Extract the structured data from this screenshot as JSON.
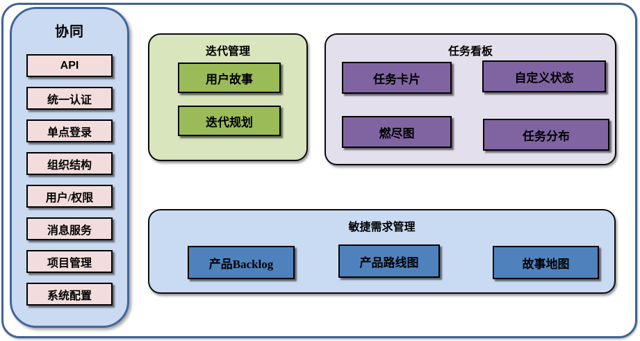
{
  "colors": {
    "frame_border": "#3e6496",
    "sidebar_bg": "#cadaf1",
    "sidebar_border": "#41669c",
    "sidebar_item_bg": "#f2dddc",
    "iteration_panel_bg": "#d9e5bd",
    "iteration_item_bg": "#9bbb59",
    "kanban_panel_bg": "#e4dfec",
    "kanban_item_bg": "#8064a2",
    "agile_panel_bg": "#c9dbf2",
    "agile_item_bg": "#4f81bd",
    "box_border": "#000000"
  },
  "sidebar": {
    "title": "协同",
    "items": [
      "API",
      "统一认证",
      "单点登录",
      "组织结构",
      "用户/权限",
      "消息服务",
      "项目管理",
      "系统配置"
    ]
  },
  "panels": {
    "iteration": {
      "title": "迭代管理",
      "items": [
        "用户故事",
        "迭代规划"
      ]
    },
    "kanban": {
      "title": "任务看板",
      "items": [
        "任务卡片",
        "自定义状态",
        "燃尽图",
        "任务分布"
      ]
    },
    "agile": {
      "title": "敏捷需求管理",
      "items": [
        "产品Backlog",
        "产品路线图",
        "故事地图"
      ]
    }
  }
}
